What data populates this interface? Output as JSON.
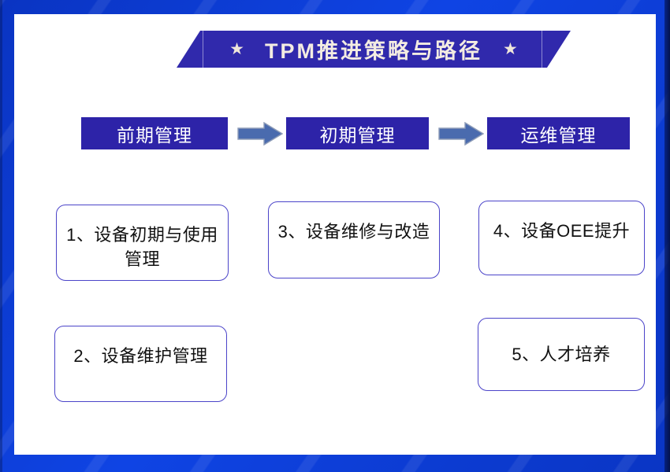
{
  "title_banner": {
    "text": "TPM推进策略与路径",
    "left_icon": "star-icon",
    "right_icon": "star-icon",
    "star_glyph": "★",
    "background_color": "#3029ac",
    "text_color": "#f3ece2"
  },
  "frame": {
    "background_color": "#0b3bd6",
    "card_color": "#ffffff"
  },
  "stages": [
    {
      "label": "前期管理",
      "color": "#2d23a8"
    },
    {
      "label": "初期管理",
      "color": "#2d23a8"
    },
    {
      "label": "运维管理",
      "color": "#2d23a8"
    }
  ],
  "arrows": [
    {
      "name": "stage-arrow-1",
      "direction": "right",
      "fill": "#4a6bae",
      "stroke": "#8f9db8"
    },
    {
      "name": "stage-arrow-2",
      "direction": "right",
      "fill": "#4a6bae",
      "stroke": "#8f9db8"
    }
  ],
  "items": [
    {
      "id": 1,
      "text": "1、设备初期与使用管理",
      "stage": "前期管理",
      "border_color": "#4b44c9"
    },
    {
      "id": 2,
      "text": "2、设备维护管理",
      "stage": "前期管理",
      "border_color": "#4b44c9"
    },
    {
      "id": 3,
      "text": "3、设备维修与改造",
      "stage": "初期管理",
      "border_color": "#4b44c9"
    },
    {
      "id": 4,
      "text": "4、设备OEE提升",
      "stage": "运维管理",
      "border_color": "#4b44c9"
    },
    {
      "id": 5,
      "text": "5、人才培养",
      "stage": "运维管理",
      "border_color": "#4b44c9"
    }
  ]
}
